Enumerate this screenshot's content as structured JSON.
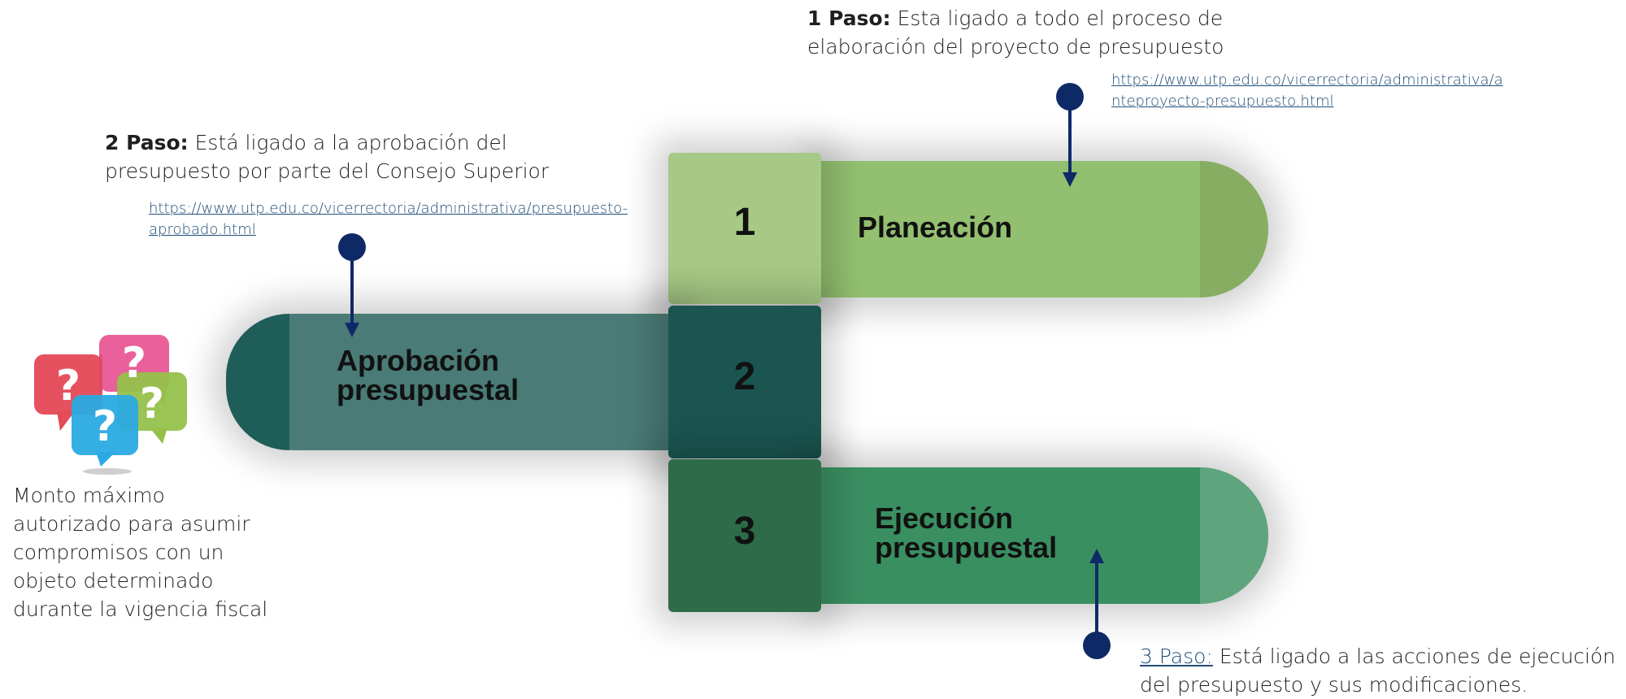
{
  "steps": [
    {
      "number": "1",
      "label": "Planeación",
      "note_prefix": "1 Paso:",
      "note_text": " Esta ligado a todo el proceso de elaboración del proyecto de presupuesto",
      "link_line1": "https://www.utp.edu.co/vicerrectoria/administrativa/a",
      "link_line2": "nteproyecto-presupuesto.html"
    },
    {
      "number": "2",
      "label_line1": "Aprobación",
      "label_line2": "presupuestal",
      "note_prefix": "2 Paso:",
      "note_text": " Está ligado a la aprobación del presupuesto por parte del Consejo Superior",
      "link_line1": "https://www.utp.edu.co/vicerrectoria/administrativa/presupuesto-",
      "link_line2": "aprobado.html"
    },
    {
      "number": "3",
      "label_line1": "Ejecución",
      "label_line2": "presupuestal",
      "note_prefix": "3 Paso:",
      "note_text": " Está ligado a las acciones de ejecución del presupuesto y sus modificaciones."
    }
  ],
  "side_note": {
    "lines": [
      "Monto máximo",
      "autorizado para asumir",
      "compromisos con un",
      "objeto determinado",
      "durante la vigencia fiscal"
    ]
  },
  "colors": {
    "step1_square": "#a6c985",
    "step1_bar": "#93c070",
    "step1_cap": "#87ad63",
    "step2_square": "#1b5550",
    "step2_bar": "#4a7b76",
    "step2_cap": "#1f5e58",
    "step3_square": "#2d6b49",
    "step3_bar": "#3a8f61",
    "step3_cap": "#5ea47c",
    "pointer": "#0e2a66"
  },
  "icons": [
    "question-bubbles-icon"
  ]
}
